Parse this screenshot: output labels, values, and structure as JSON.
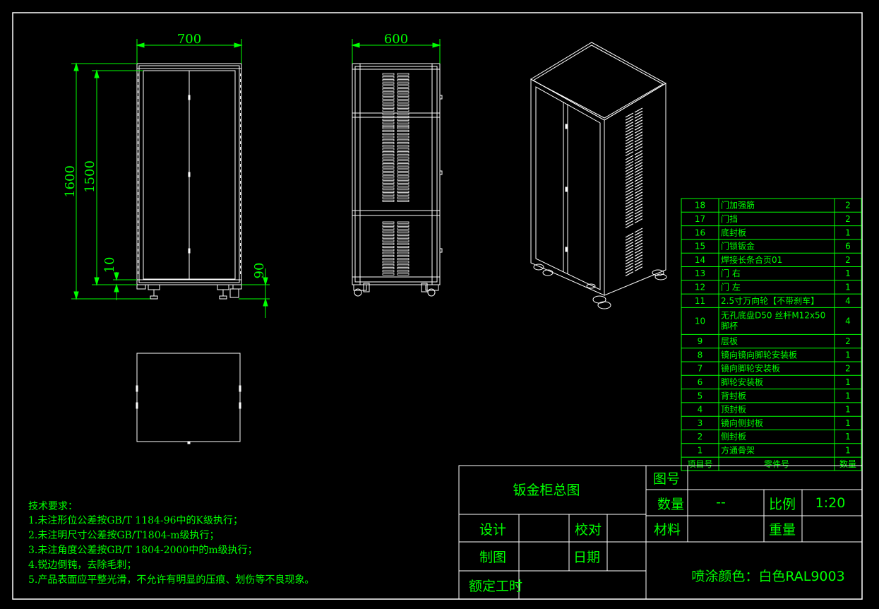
{
  "dimensions": {
    "front_width": "700",
    "side_width": "600",
    "overall_height": "1600",
    "body_height": "1500",
    "top_offset": "10",
    "foot_height": "90"
  },
  "bom": {
    "headers": [
      "项目号",
      "零件号",
      "数量"
    ],
    "rows": [
      {
        "no": "18",
        "name": "门加强筋",
        "qty": "2"
      },
      {
        "no": "17",
        "name": "门挡",
        "qty": "2"
      },
      {
        "no": "16",
        "name": "底封板",
        "qty": "1"
      },
      {
        "no": "15",
        "name": "门锁钣金",
        "qty": "6"
      },
      {
        "no": "14",
        "name": "焊接长条合页01",
        "qty": "2"
      },
      {
        "no": "13",
        "name": "门 右",
        "qty": "1"
      },
      {
        "no": "12",
        "name": "门 左",
        "qty": "1"
      },
      {
        "no": "11",
        "name": "2.5寸万向轮【不带刹车】",
        "qty": "4"
      },
      {
        "no": "10",
        "name": "无孔底盘D50 丝杆M12x50 脚杯",
        "qty": "4"
      },
      {
        "no": "9",
        "name": "层板",
        "qty": "2"
      },
      {
        "no": "8",
        "name": "镜向镜向脚轮安装板",
        "qty": "1"
      },
      {
        "no": "7",
        "name": "镜向脚轮安装板",
        "qty": "2"
      },
      {
        "no": "6",
        "name": "脚轮安装板",
        "qty": "1"
      },
      {
        "no": "5",
        "name": "背封板",
        "qty": "1"
      },
      {
        "no": "4",
        "name": "顶封板",
        "qty": "1"
      },
      {
        "no": "3",
        "name": "镜向侧封板",
        "qty": "1"
      },
      {
        "no": "2",
        "name": "侧封板",
        "qty": "1"
      },
      {
        "no": "1",
        "name": "方通骨架",
        "qty": "1"
      }
    ]
  },
  "title_block": {
    "title": "钣金柜总图",
    "drawing_no_label": "图号",
    "quantity_label": "数量",
    "quantity_value": "--",
    "scale_label": "比例",
    "scale_value": "1:20",
    "material_label": "材料",
    "weight_label": "重量",
    "design_label": "设计",
    "check_label": "校对",
    "draw_label": "制图",
    "date_label": "日期",
    "worktime_label": "额定工时",
    "paint_note": "喷涂颜色：白色RAL9003"
  },
  "tech_notes": {
    "heading": "技术要求：",
    "items": [
      "1.未注形位公差按GB/T 1184-96中的K级执行；",
      "2.未注明尺寸公差按GB/T1804-m级执行；",
      "3.未注角度公差按GB/T 1804-2000中的m级执行；",
      "4.锐边倒钝，去除毛刺；",
      "5.产品表面应平整光滑，不允许有明显的压痕、划伤等不良现象。"
    ]
  }
}
